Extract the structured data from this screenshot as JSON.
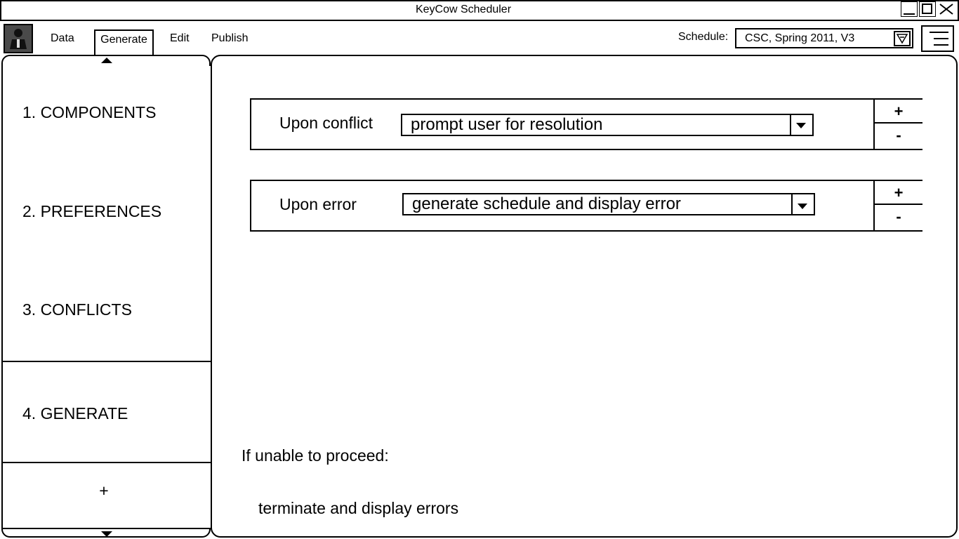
{
  "window": {
    "title": "KeyCow Scheduler"
  },
  "menu": {
    "data": "Data",
    "generate": "Generate",
    "edit": "Edit",
    "publish": "Publish"
  },
  "schedule": {
    "label": "Schedule:",
    "value": "CSC, Spring 2011, V3"
  },
  "sidebar": {
    "steps": [
      {
        "label": "1. COMPONENTS"
      },
      {
        "label": "2. PREFERENCES"
      },
      {
        "label": "3. CONFLICTS"
      },
      {
        "label": "4. GENERATE"
      }
    ],
    "add_label": "+"
  },
  "rules": [
    {
      "label": "Upon conflict",
      "value": "prompt user for resolution",
      "plus": "+",
      "minus": "-"
    },
    {
      "label": "Upon error",
      "value": "generate schedule and display error",
      "plus": "+",
      "minus": "-"
    }
  ],
  "fallback": {
    "label": "If unable to proceed:",
    "value": "terminate and display errors"
  },
  "icons": [
    "app-logo-icon",
    "minimize-icon",
    "maximize-icon",
    "close-icon",
    "dropdown-arrow-icon",
    "hamburger-menu-icon",
    "scroll-up-icon",
    "scroll-down-icon"
  ]
}
